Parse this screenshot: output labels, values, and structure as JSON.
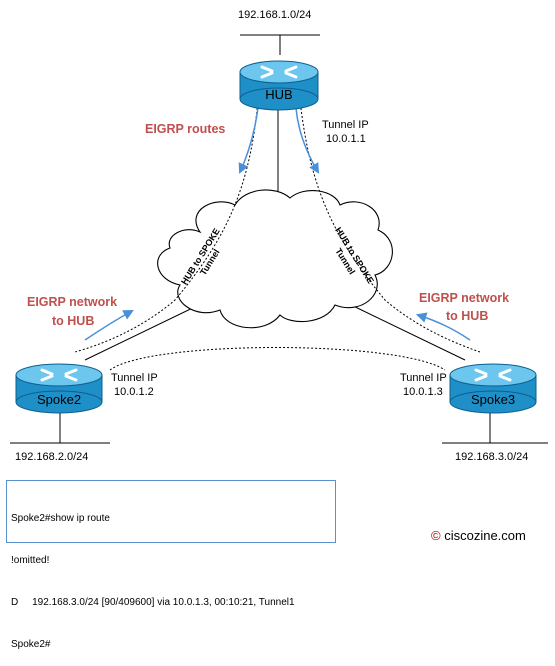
{
  "colors": {
    "router_body": "#1f8fc8",
    "router_top": "#6cc6ee",
    "red_text": "#c0504d",
    "arrow_blue": "#4a90d9",
    "cli_border": "#5b8fd0",
    "copyright_red": "#c00000"
  },
  "networks": {
    "hub_lan": "192.168.1.0/24",
    "spoke2_lan": "192.168.2.0/24",
    "spoke3_lan": "192.168.3.0/24"
  },
  "routers": {
    "hub": "HUB",
    "spoke2": "Spoke2",
    "spoke3": "Spoke3"
  },
  "tunnel_ips": {
    "hub": [
      "Tunnel IP",
      "10.0.1.1"
    ],
    "spoke2": [
      "Tunnel IP",
      "10.0.1.2"
    ],
    "spoke3": [
      "Tunnel IP",
      "10.0.1.3"
    ]
  },
  "annotations": {
    "eigrp_routes": "EIGRP routes",
    "eigrp_network_left": [
      "EIGRP network",
      "to HUB"
    ],
    "eigrp_network_right": [
      "EIGRP network",
      "to HUB"
    ],
    "tunnel_left": [
      "HUB to SPOKE",
      "Tunnel"
    ],
    "tunnel_right": [
      "HUB to SPOKE",
      "Tunnel"
    ]
  },
  "cli": {
    "lines": [
      "Spoke2#show ip route",
      "!omitted!",
      "D     192.168.3.0/24 [90/409600] via 10.0.1.3, 00:10:21, Tunnel1",
      "Spoke2#"
    ]
  },
  "copyright": {
    "symbol": "©",
    "text": "ciscozine.com"
  },
  "icons": [
    "router-icon",
    "cloud-icon",
    "arrow-icon"
  ]
}
